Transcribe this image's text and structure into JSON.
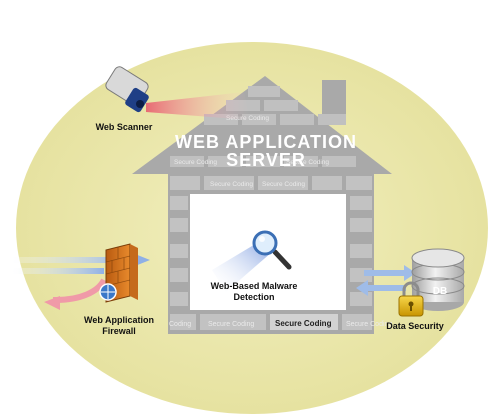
{
  "server": {
    "title_line1": "WEB APPLICATION",
    "title_line2": "SERVER",
    "brick_label": "Secure Coding",
    "brick_label_partial": "Coding",
    "brick_label_highlight": "Secure Coding"
  },
  "components": {
    "web_scanner": "Web Scanner",
    "malware_detection_line1": "Web-Based Malware",
    "malware_detection_line2": "Detection",
    "firewall_line1": "Web Application",
    "firewall_line2": "Firewall",
    "data_security": "Data Security",
    "db_label": "DB"
  },
  "colors": {
    "circle": "#ece9ac",
    "house_gray": "#a8a8a8",
    "brick_light": "#c4c4c4",
    "interior": "#ffffff",
    "beam": "#f4a3ad",
    "arrow_blue": "#9fbce8",
    "arrow_pink": "#f09aa8",
    "firewall_orange": "#d9781e",
    "db_gray": "#bfbfbf",
    "lock_gold": "#e2b400"
  }
}
